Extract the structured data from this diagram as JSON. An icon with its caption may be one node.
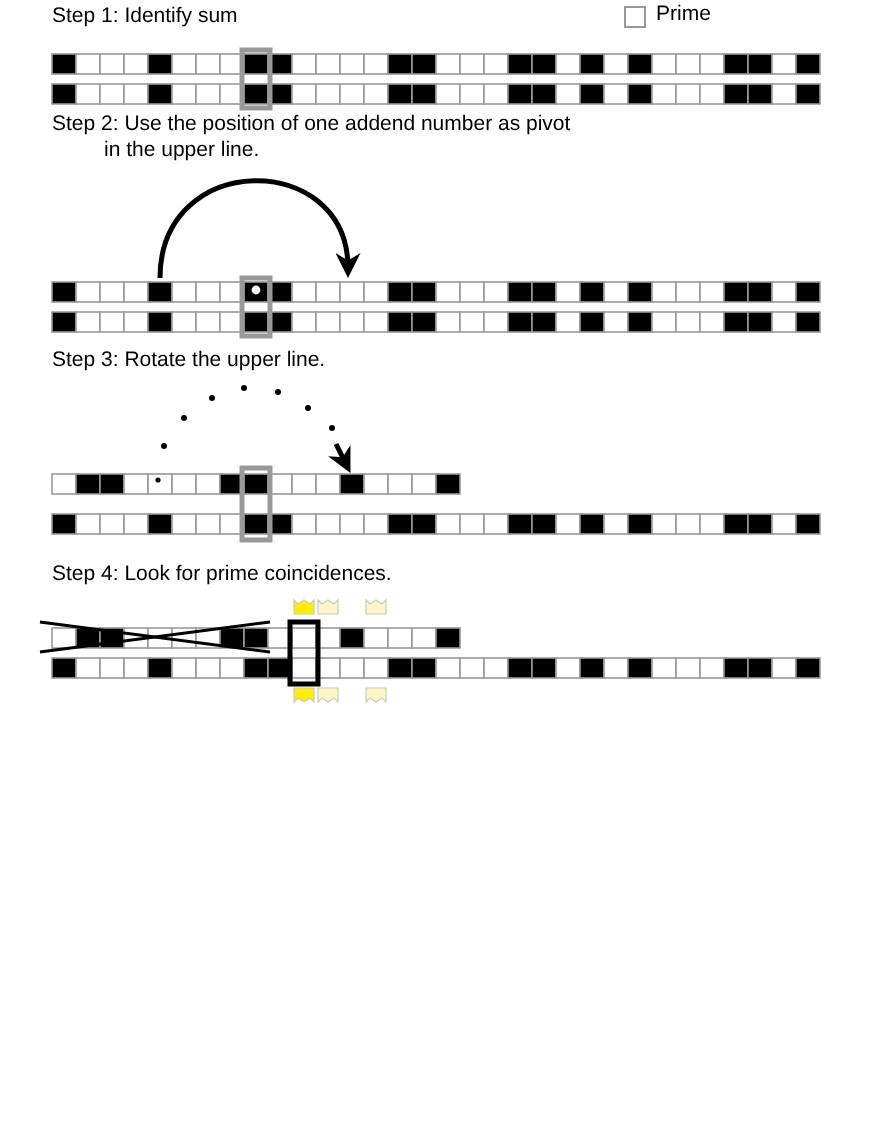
{
  "diagram": {
    "labels": [
      "Step 1: Identify sum",
      "Step 2: Use the position of one addend number as pivot in the upper line.",
      "Step 3: Rotate the upper line.",
      "Step 4: Look for prime coincidences."
    ],
    "legend": [
      {
        "text": "Prime",
        "color": "#ffffff"
      }
    ]
  }
}
